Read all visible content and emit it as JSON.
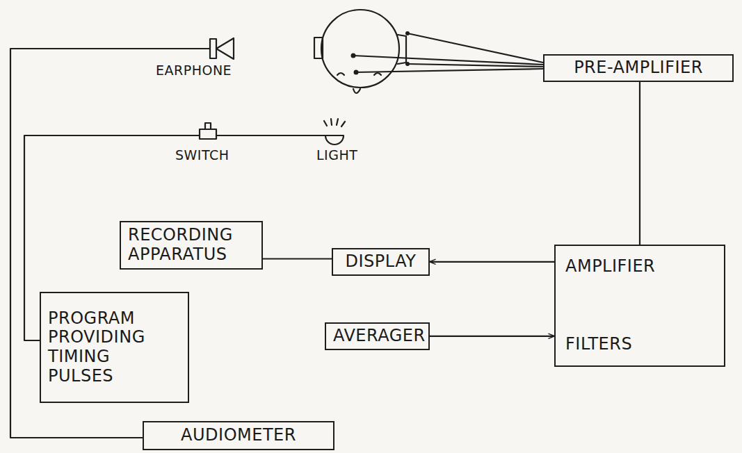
{
  "diagram": {
    "nodes": [
      {
        "text": [
          "PRE-AMPLIFIER"
        ]
      },
      {
        "text": [
          "RECORDING APPARATUS"
        ]
      },
      {
        "text": [
          "DISPLAY"
        ]
      },
      {
        "text": [
          "AMPLIFIER",
          "FILTERS"
        ]
      },
      {
        "text": [
          "AVERAGER"
        ]
      },
      {
        "text": [
          "PROGRAM PROVIDING TIMING PULSES"
        ]
      },
      {
        "text": [
          "AUDIOMETER"
        ]
      }
    ],
    "edges": [
      {
        "from": 0,
        "to": 3,
        "arrow": "none"
      },
      {
        "from": 3,
        "to": 2,
        "arrow": "to"
      },
      {
        "from": 2,
        "to": 1,
        "arrow": "none"
      },
      {
        "from": 4,
        "to": 3,
        "arrow": "to"
      }
    ],
    "labels": [
      "EARPHONE",
      "SWITCH",
      "LIGHT"
    ]
  }
}
